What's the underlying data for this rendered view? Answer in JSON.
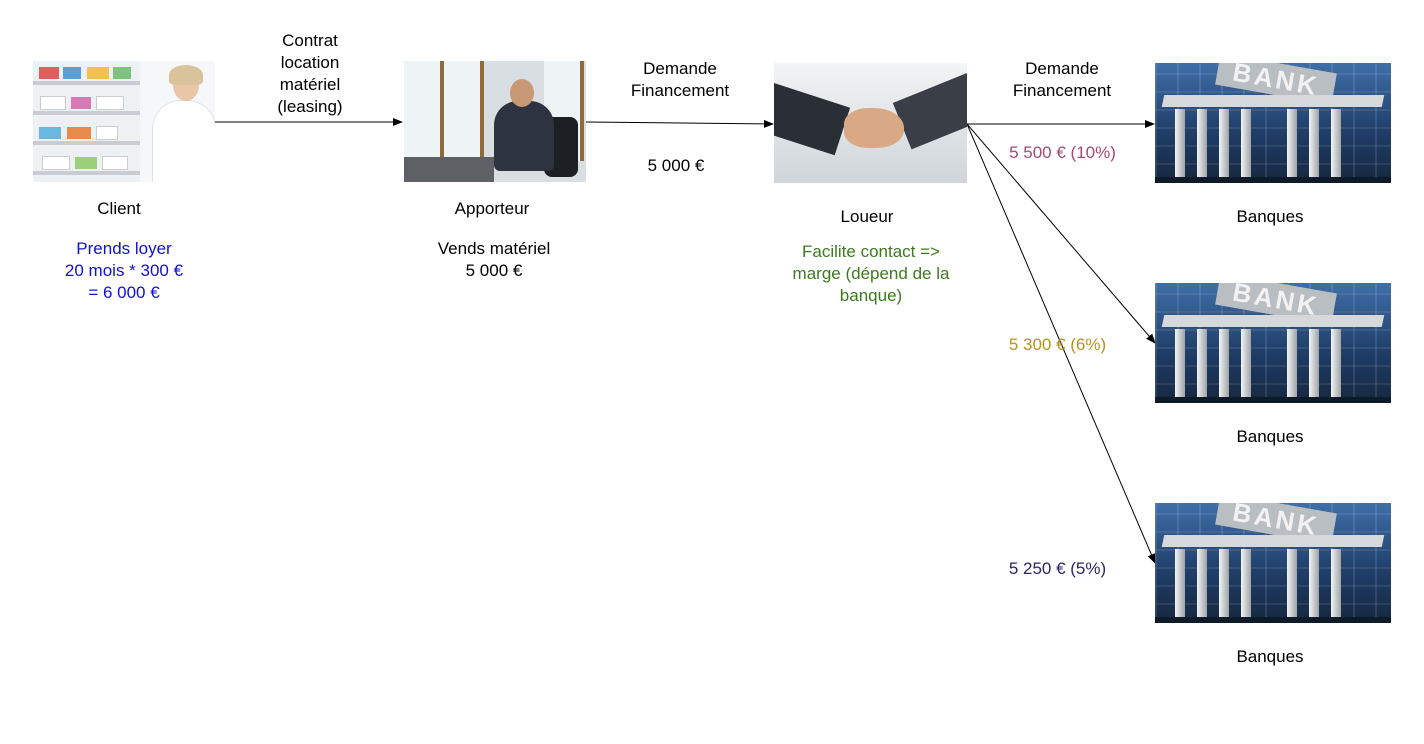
{
  "nodes": {
    "client": {
      "label": "Client",
      "note": "Prends loyer\n20 mois * 300 €\n= 6 000 €",
      "note_color": "#1010d8"
    },
    "apporteur": {
      "label": "Apporteur",
      "note": "Vends matériel\n5 000 €"
    },
    "loueur": {
      "label": "Loueur",
      "note": "Facilite contact =>\nmarge (dépend de la\nbanque)",
      "note_color": "#3c7a1e"
    },
    "banks": [
      {
        "label": "Banques",
        "offer": "5 500 € (10%)",
        "offer_color": "#a54a72"
      },
      {
        "label": "Banques",
        "offer": "5 300 € (6%)",
        "offer_color": "#b8931a"
      },
      {
        "label": "Banques",
        "offer": "5 250 € (5%)",
        "offer_color": "#2c2468"
      }
    ]
  },
  "edges": {
    "client_to_apporteur": "Contrat\nlocation\nmatériel\n(leasing)",
    "apporteur_to_loueur": "Demande\nFinancement",
    "apporteur_to_loueur_amount": "5 000 €",
    "loueur_to_banks": "Demande\nFinancement"
  },
  "images": {
    "client": "pharmacist-photo",
    "apporteur": "businessman-phone-photo",
    "loueur": "handshake-photo",
    "bank": "bank-building-photo",
    "bank_sign_text": "BANK"
  },
  "colors": {
    "arrow": "#000000"
  }
}
